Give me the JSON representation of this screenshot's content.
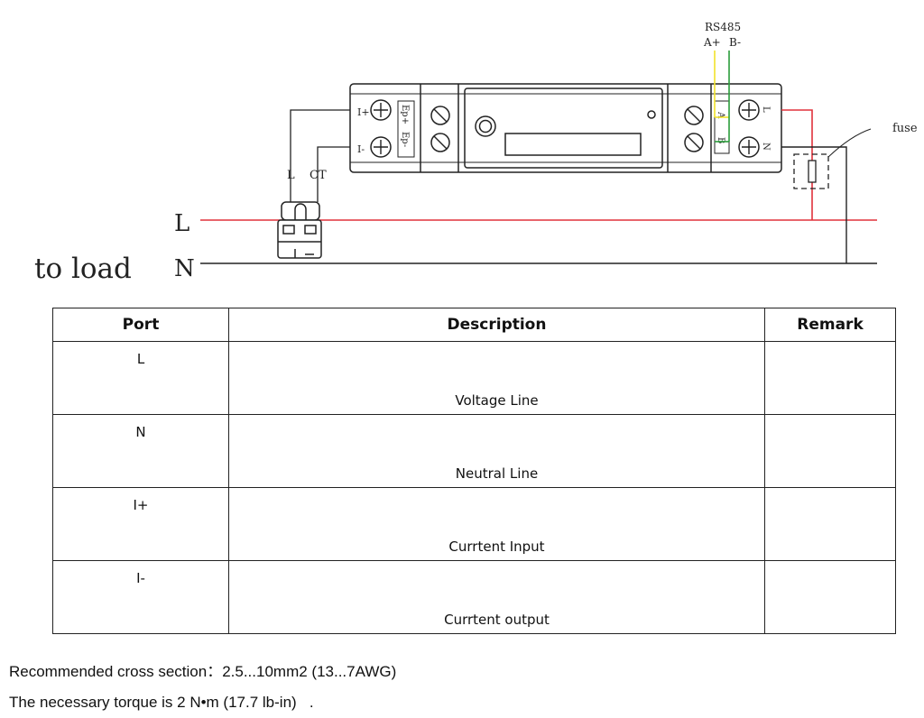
{
  "diagram": {
    "rs485": {
      "title": "RS485",
      "a_label": "A+",
      "b_label": "B-"
    },
    "fuse_label": "fuse",
    "ct": {
      "l_label": "L",
      "ct_label": "CT"
    },
    "line_l": "L",
    "line_n": "N",
    "to_load": "to load",
    "meter": {
      "left_terminals": [
        "I+",
        "I-"
      ],
      "pulse_labels": [
        "Ep+",
        "Ep-"
      ],
      "right_bus_labels": [
        "A",
        "B"
      ],
      "right_terminals": [
        "L",
        "N"
      ]
    },
    "colors": {
      "red_wire": "#e0323c",
      "green_wire": "#2a9d3a",
      "yellow_wire": "#f2e22a",
      "black_wire": "#222222"
    }
  },
  "table": {
    "headers": {
      "port": "Port",
      "description": "Description",
      "remark": "Remark"
    },
    "rows": [
      {
        "port": "L",
        "description": "Voltage Line",
        "remark": ""
      },
      {
        "port": "N",
        "description": "Neutral Line",
        "remark": ""
      },
      {
        "port": "I+",
        "description": "Currtent Input",
        "remark": ""
      },
      {
        "port": "I-",
        "description": "Currtent output",
        "remark": ""
      }
    ]
  },
  "notes": {
    "cross_section": "Recommended cross section：2.5...10mm2 (13...7AWG)",
    "torque": "The necessary torque is 2 N•m (17.7 lb-in)   ."
  }
}
